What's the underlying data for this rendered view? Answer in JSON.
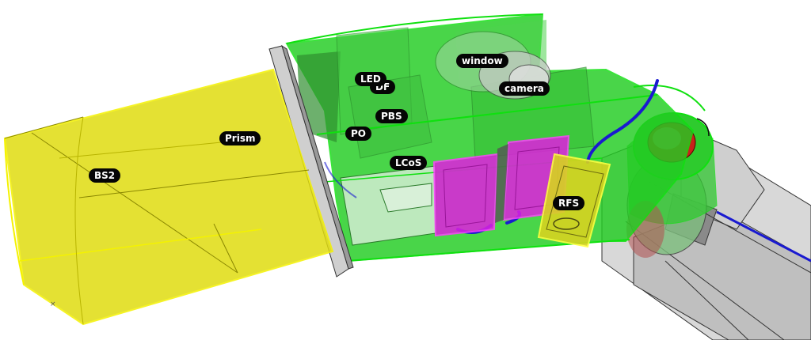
{
  "labels": {
    "bs2": "BS2",
    "prism": "Prism",
    "led": "LED",
    "df": "DF",
    "pbs": "PBS",
    "po": "PO",
    "lcos": "LCoS",
    "window": "window",
    "camera": "camera",
    "rfs": "RFS"
  },
  "colors": {
    "prism_fill": "#e0dc10",
    "prism_edge": "#f4f200",
    "housing_fill": "#22cc22",
    "housing_edge": "#0fe00f",
    "magenta": "#e020e0",
    "cable": "#1a1ad0",
    "grey_part": "#c8c8c8",
    "lens_red": "#c8231a",
    "label_bg": "#050505",
    "label_text": "#ffffff"
  }
}
